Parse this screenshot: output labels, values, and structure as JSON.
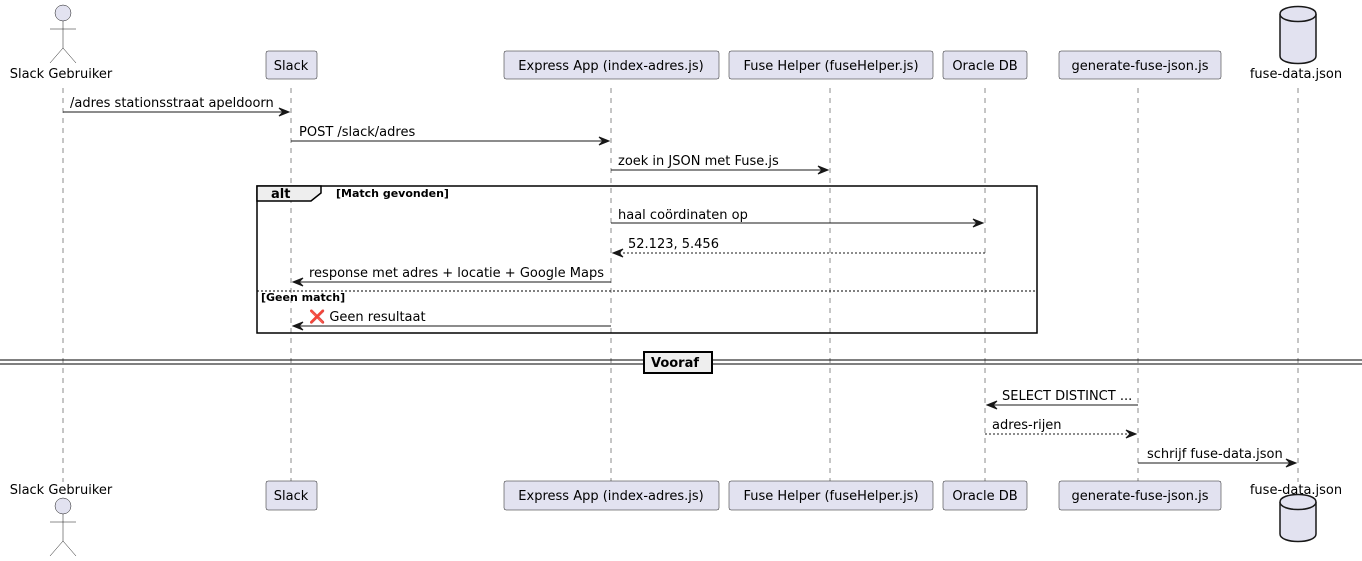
{
  "participants": [
    {
      "id": "user",
      "label": "Slack Gebruiker",
      "kind": "actor"
    },
    {
      "id": "slack",
      "label": "Slack",
      "kind": "participant"
    },
    {
      "id": "express",
      "label": "Express App (index-adres.js)",
      "kind": "participant"
    },
    {
      "id": "fuse",
      "label": "Fuse Helper (fuseHelper.js)",
      "kind": "participant"
    },
    {
      "id": "oracle",
      "label": "Oracle DB",
      "kind": "participant"
    },
    {
      "id": "generate",
      "label": "generate-fuse-json.js",
      "kind": "participant"
    },
    {
      "id": "fusedata",
      "label": "fuse-data.json",
      "kind": "database"
    }
  ],
  "messages": [
    {
      "label": "/adres stationsstraat apeldoorn",
      "from": "user",
      "to": "slack",
      "style": "solid"
    },
    {
      "label": "POST /slack/adres",
      "from": "slack",
      "to": "express",
      "style": "solid"
    },
    {
      "label": "zoek in JSON met Fuse.js",
      "from": "express",
      "to": "fuse",
      "style": "solid"
    },
    {
      "label": "haal coördinaten op",
      "from": "express",
      "to": "oracle",
      "style": "solid"
    },
    {
      "label": "52.123, 5.456",
      "from": "oracle",
      "to": "express",
      "style": "dashed"
    },
    {
      "label": "response met adres + locatie + Google Maps",
      "from": "express",
      "to": "slack",
      "style": "solid"
    },
    {
      "label": "❌ Geen resultaat",
      "from": "express",
      "to": "slack",
      "style": "solid"
    },
    {
      "label": "SELECT DISTINCT ...",
      "from": "generate",
      "to": "oracle",
      "style": "solid"
    },
    {
      "label": "adres-rijen",
      "from": "oracle",
      "to": "generate",
      "style": "dashed"
    },
    {
      "label": "schrijf fuse-data.json",
      "from": "generate",
      "to": "fusedata",
      "style": "solid"
    }
  ],
  "fragment": {
    "keyword": "alt",
    "condition_1": "[Match gevonden]",
    "condition_2": "[Geen match]"
  },
  "divider": {
    "label": "Vooraf"
  },
  "colors": {
    "participant_fill": "#E2E2F0",
    "line": "#181818",
    "divider_fill": "#EEEEEE"
  }
}
